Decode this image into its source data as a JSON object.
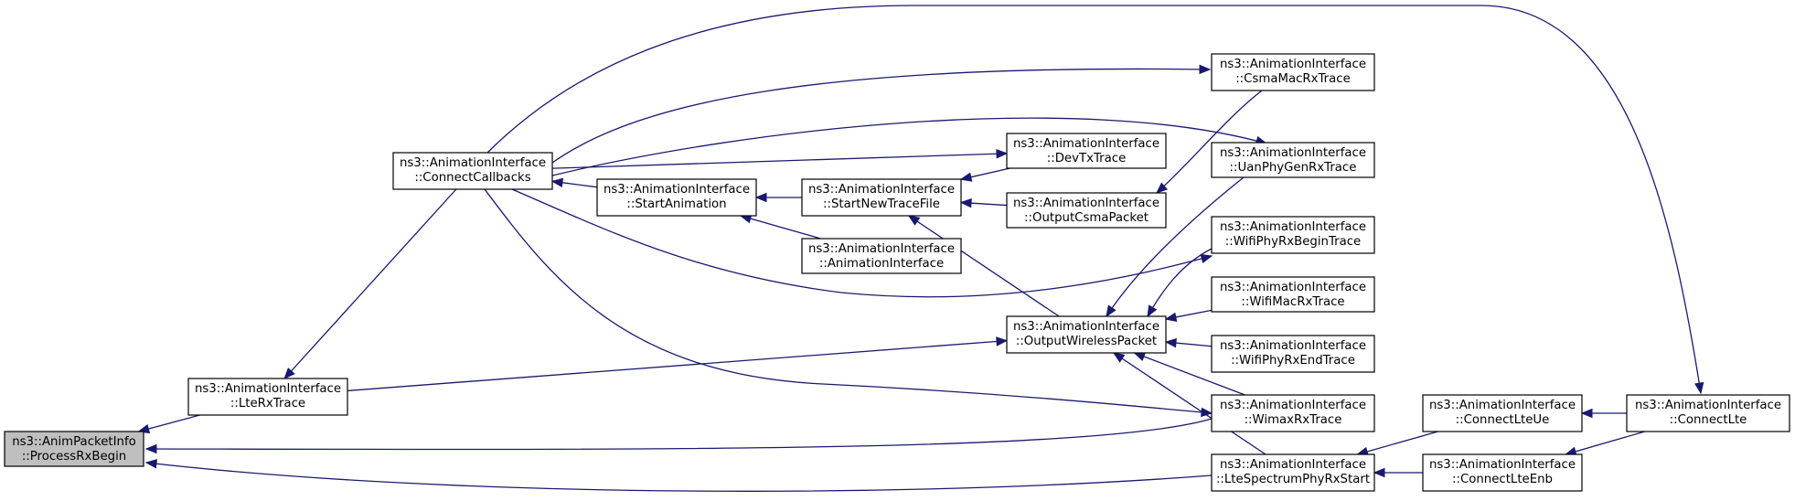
{
  "graph": {
    "nodes": [
      {
        "id": "processRxBegin",
        "lines": [
          "ns3::AnimPacketInfo",
          "::ProcessRxBegin"
        ],
        "root": true
      },
      {
        "id": "lteRxTrace",
        "lines": [
          "ns3::AnimationInterface",
          "::LteRxTrace"
        ]
      },
      {
        "id": "connectCallbacks",
        "lines": [
          "ns3::AnimationInterface",
          "::ConnectCallbacks"
        ]
      },
      {
        "id": "startAnimation",
        "lines": [
          "ns3::AnimationInterface",
          "::StartAnimation"
        ]
      },
      {
        "id": "startNewTraceFile",
        "lines": [
          "ns3::AnimationInterface",
          "::StartNewTraceFile"
        ]
      },
      {
        "id": "animationInterface",
        "lines": [
          "ns3::AnimationInterface",
          "::AnimationInterface"
        ]
      },
      {
        "id": "devTxTrace",
        "lines": [
          "ns3::AnimationInterface",
          "::DevTxTrace"
        ]
      },
      {
        "id": "outputCsmaPacket",
        "lines": [
          "ns3::AnimationInterface",
          "::OutputCsmaPacket"
        ]
      },
      {
        "id": "outputWirelessPacket",
        "lines": [
          "ns3::AnimationInterface",
          "::OutputWirelessPacket"
        ]
      },
      {
        "id": "csmaMacRxTrace",
        "lines": [
          "ns3::AnimationInterface",
          "::CsmaMacRxTrace"
        ]
      },
      {
        "id": "uanPhyGenRxTrace",
        "lines": [
          "ns3::AnimationInterface",
          "::UanPhyGenRxTrace"
        ]
      },
      {
        "id": "wifiPhyRxBeginTrace",
        "lines": [
          "ns3::AnimationInterface",
          "::WifiPhyRxBeginTrace"
        ]
      },
      {
        "id": "wifiMacRxTrace",
        "lines": [
          "ns3::AnimationInterface",
          "::WifiMacRxTrace"
        ]
      },
      {
        "id": "wifiPhyRxEndTrace",
        "lines": [
          "ns3::AnimationInterface",
          "::WifiPhyRxEndTrace"
        ]
      },
      {
        "id": "wimaxRxTrace",
        "lines": [
          "ns3::AnimationInterface",
          "::WimaxRxTrace"
        ]
      },
      {
        "id": "lteSpectrumPhyRxStart",
        "lines": [
          "ns3::AnimationInterface",
          "::LteSpectrumPhyRxStart"
        ]
      },
      {
        "id": "connectLteUe",
        "lines": [
          "ns3::AnimationInterface",
          "::ConnectLteUe"
        ]
      },
      {
        "id": "connectLteEnb",
        "lines": [
          "ns3::AnimationInterface",
          "::ConnectLteEnb"
        ]
      },
      {
        "id": "connectLte",
        "lines": [
          "ns3::AnimationInterface",
          "::ConnectLte"
        ]
      }
    ],
    "edges": [
      {
        "from": "lteRxTrace",
        "to": "processRxBegin"
      },
      {
        "from": "wimaxRxTrace",
        "to": "processRxBegin"
      },
      {
        "from": "lteSpectrumPhyRxStart",
        "to": "processRxBegin"
      },
      {
        "from": "connectCallbacks",
        "to": "lteRxTrace"
      },
      {
        "from": "startAnimation",
        "to": "connectCallbacks"
      },
      {
        "from": "startNewTraceFile",
        "to": "startAnimation"
      },
      {
        "from": "animationInterface",
        "to": "startAnimation"
      },
      {
        "from": "devTxTrace",
        "to": "startNewTraceFile"
      },
      {
        "from": "outputCsmaPacket",
        "to": "startNewTraceFile"
      },
      {
        "from": "outputWirelessPacket",
        "to": "startNewTraceFile"
      },
      {
        "from": "connectCallbacks",
        "to": "csmaMacRxTrace"
      },
      {
        "from": "connectCallbacks",
        "to": "devTxTrace"
      },
      {
        "from": "connectCallbacks",
        "to": "uanPhyGenRxTrace"
      },
      {
        "from": "connectCallbacks",
        "to": "wifiPhyRxBeginTrace"
      },
      {
        "from": "connectCallbacks",
        "to": "wimaxRxTrace"
      },
      {
        "from": "connectCallbacks",
        "to": "connectLte"
      },
      {
        "from": "csmaMacRxTrace",
        "to": "outputCsmaPacket"
      },
      {
        "from": "lteRxTrace",
        "to": "outputWirelessPacket"
      },
      {
        "from": "uanPhyGenRxTrace",
        "to": "outputWirelessPacket"
      },
      {
        "from": "wifiPhyRxBeginTrace",
        "to": "outputWirelessPacket"
      },
      {
        "from": "wifiMacRxTrace",
        "to": "outputWirelessPacket"
      },
      {
        "from": "wifiPhyRxEndTrace",
        "to": "outputWirelessPacket"
      },
      {
        "from": "wimaxRxTrace",
        "to": "outputWirelessPacket"
      },
      {
        "from": "lteSpectrumPhyRxStart",
        "to": "outputWirelessPacket"
      },
      {
        "from": "connectLteUe",
        "to": "lteSpectrumPhyRxStart"
      },
      {
        "from": "connectLteEnb",
        "to": "lteSpectrumPhyRxStart"
      },
      {
        "from": "connectLte",
        "to": "connectLteUe"
      },
      {
        "from": "connectLte",
        "to": "connectLteEnb"
      }
    ]
  }
}
